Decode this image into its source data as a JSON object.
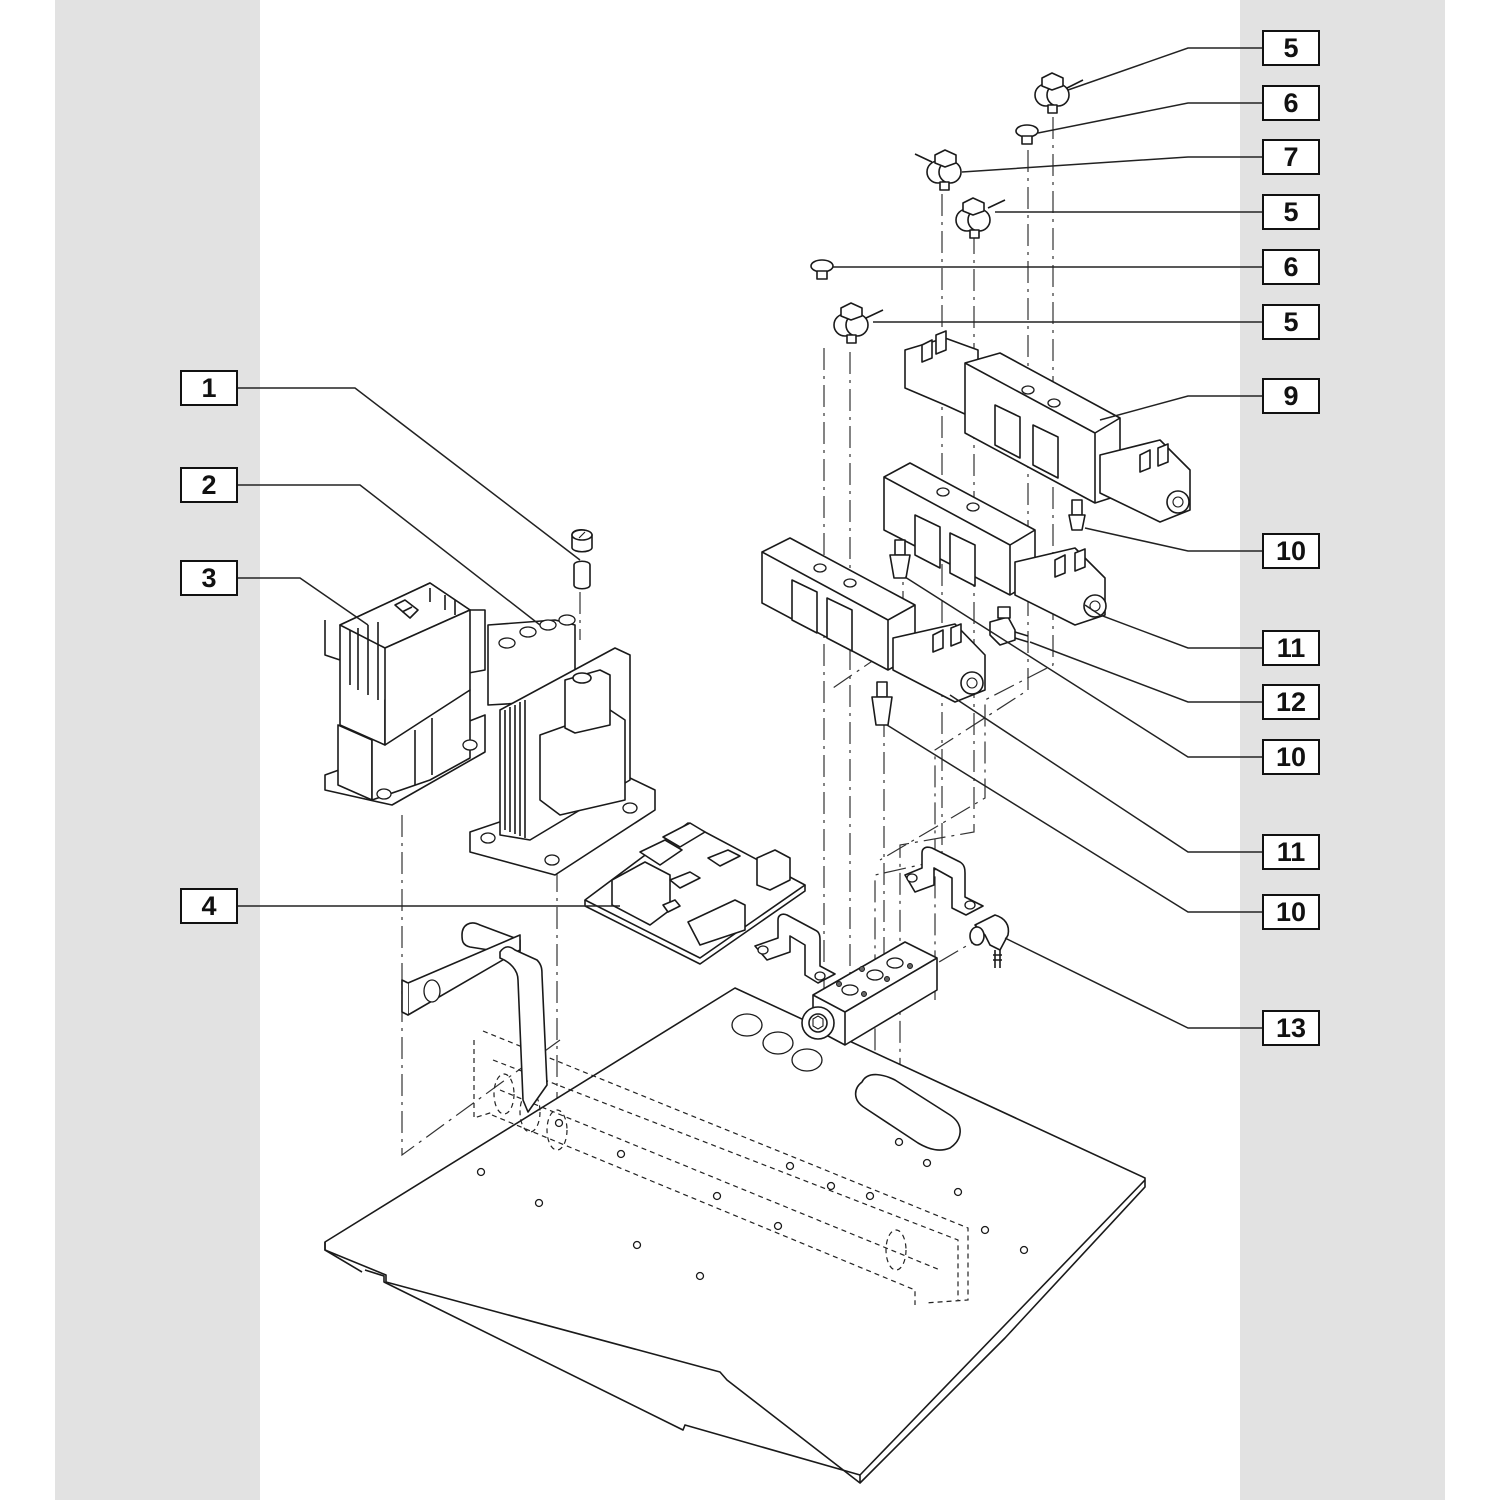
{
  "diagram": {
    "type": "exploded-parts-view",
    "subject": "Pneumatic valve / electrical base plate assembly",
    "background_strip_color": "#e2e2e2",
    "callouts": [
      {
        "id": "c1",
        "number": "1",
        "part": "fuse holder cap and fuse",
        "side": "left"
      },
      {
        "id": "c2",
        "number": "2",
        "part": "transformer",
        "side": "left"
      },
      {
        "id": "c3",
        "number": "3",
        "part": "contactor",
        "side": "left"
      },
      {
        "id": "c4",
        "number": "4",
        "part": "circuit board",
        "side": "left"
      },
      {
        "id": "c5a",
        "number": "5",
        "part": "banjo fitting",
        "side": "right"
      },
      {
        "id": "c6a",
        "number": "6",
        "part": "plug screw",
        "side": "right"
      },
      {
        "id": "c7",
        "number": "7",
        "part": "banjo fitting",
        "side": "right"
      },
      {
        "id": "c5b",
        "number": "5",
        "part": "banjo fitting",
        "side": "right"
      },
      {
        "id": "c6b",
        "number": "6",
        "part": "plug screw",
        "side": "right"
      },
      {
        "id": "c5c",
        "number": "5",
        "part": "banjo fitting",
        "side": "right"
      },
      {
        "id": "c9",
        "number": "9",
        "part": "solenoid valve",
        "side": "right"
      },
      {
        "id": "c10a",
        "number": "10",
        "part": "silencer",
        "side": "right"
      },
      {
        "id": "c11a",
        "number": "11",
        "part": "solenoid valve",
        "side": "right"
      },
      {
        "id": "c12",
        "number": "12",
        "part": "elbow fitting",
        "side": "right"
      },
      {
        "id": "c10b",
        "number": "10",
        "part": "silencer",
        "side": "right"
      },
      {
        "id": "c11b",
        "number": "11",
        "part": "solenoid valve",
        "side": "right"
      },
      {
        "id": "c10c",
        "number": "10",
        "part": "silencer",
        "side": "right"
      },
      {
        "id": "c13",
        "number": "13",
        "part": "elbow hose fitting",
        "side": "right"
      }
    ]
  }
}
